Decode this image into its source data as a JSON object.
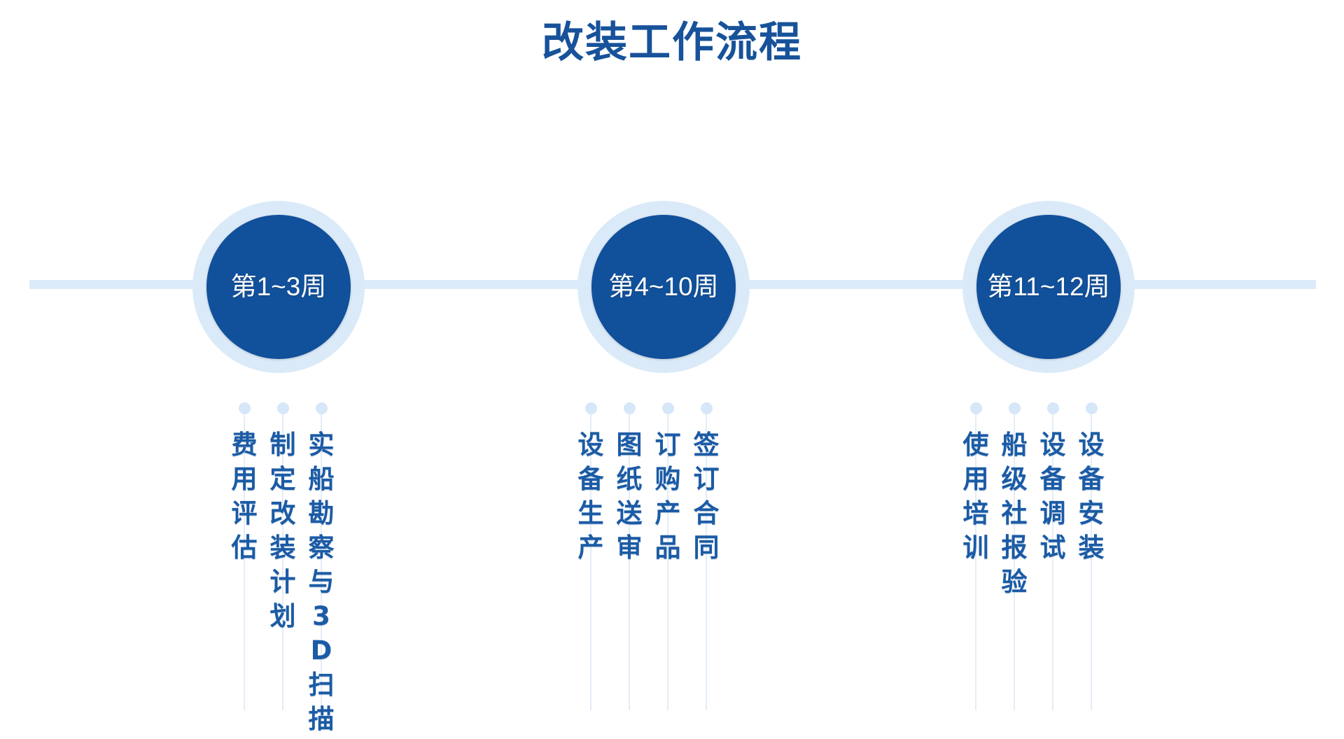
{
  "page": {
    "title": "改装工作流程",
    "background_color": "#ffffff"
  },
  "colors": {
    "primary_dark_blue": "#11509b",
    "ring_light_blue": "#dbeaf8",
    "axis_blue": "#dcebf9",
    "dot_blue": "#d5e7f8",
    "label_text_blue": "#1b5ba5",
    "title_blue": "#17529a",
    "node_text": "#ffffff"
  },
  "timeline": {
    "axis_name": "horizontal-timeline-axis",
    "stages": [
      {
        "id": "stage-1",
        "node_label": "第1~3周",
        "items": [
          {
            "text": "实船勘察与3D扫描"
          },
          {
            "text": "制定改装计划"
          },
          {
            "text": "费用评估"
          }
        ]
      },
      {
        "id": "stage-2",
        "node_label": "第4~10周",
        "items": [
          {
            "text": "签订合同"
          },
          {
            "text": "订购产品"
          },
          {
            "text": "图纸送审"
          },
          {
            "text": "设备生产"
          }
        ]
      },
      {
        "id": "stage-3",
        "node_label": "第11~12周",
        "items": [
          {
            "text": "设备安装"
          },
          {
            "text": "设备调试"
          },
          {
            "text": "船级社报验"
          },
          {
            "text": "使用培训"
          }
        ]
      }
    ]
  }
}
